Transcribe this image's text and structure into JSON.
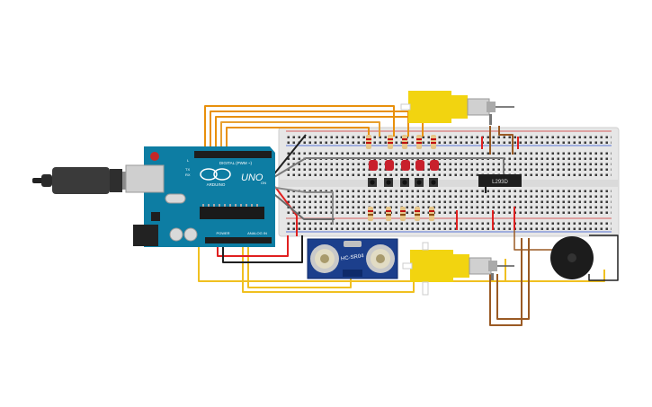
{
  "arduino": {
    "board_label": "UNO",
    "brand_label": "ARDUINO",
    "digital_label": "DIGITAL (PWM ~)",
    "power_label": "POWER",
    "analog_label": "ANALOG IN",
    "tx_label": "TX",
    "rx_label": "RX",
    "l_label": "L",
    "on_label": "ON"
  },
  "ultrasonic": {
    "label": "HC-SR04"
  },
  "motor_driver": {
    "label": "L293D"
  },
  "colors": {
    "arduino_board": "#0d7da3",
    "breadboard": "#e8e8e8",
    "motor_yellow": "#f2d410",
    "wire_orange": "#e8900c",
    "wire_yellow": "#f0c020",
    "wire_red": "#e02020",
    "wire_brown": "#9a5a24",
    "wire_gray": "#7a7a7a",
    "wire_black": "#202020",
    "led_red": "#c8202c",
    "sensor_blue": "#1c3f8c"
  }
}
